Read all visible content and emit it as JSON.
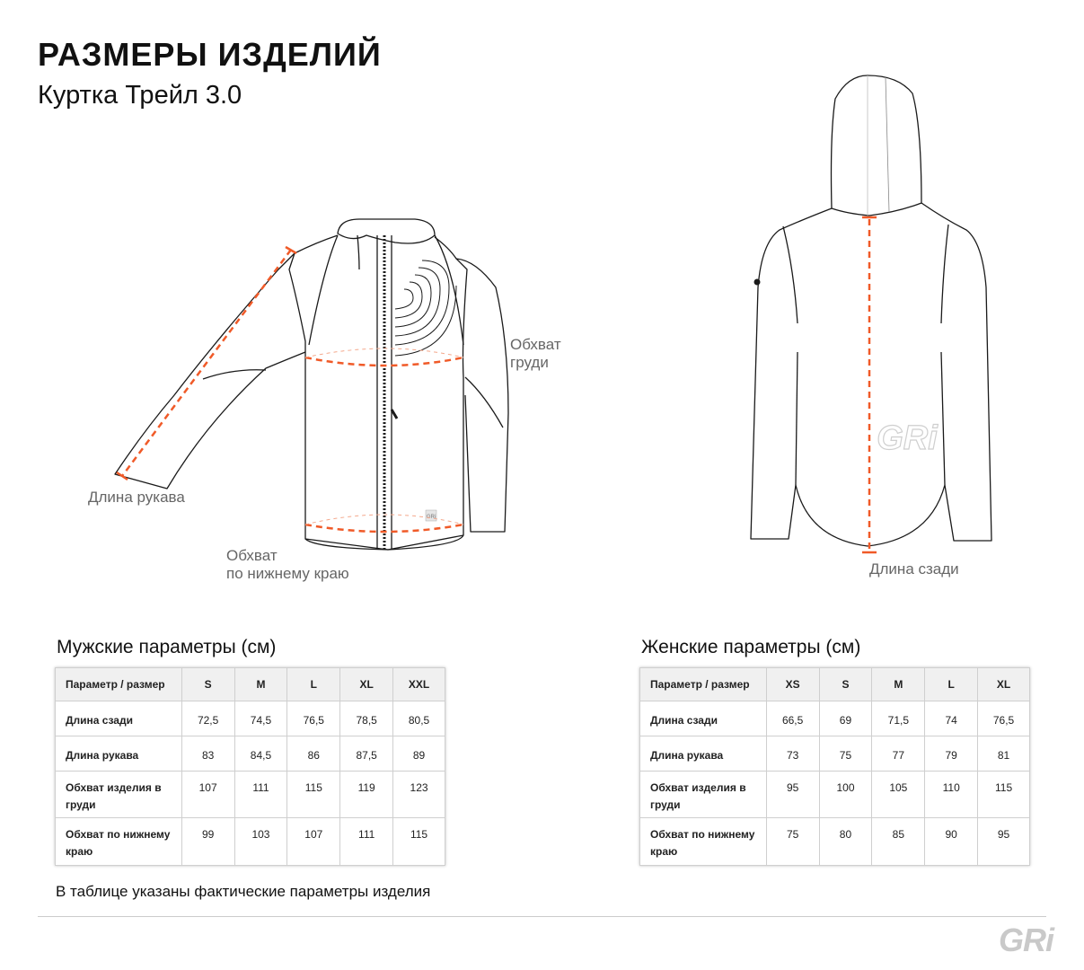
{
  "header": {
    "title": "РАЗМЕРЫ ИЗДЕЛИЙ",
    "subtitle": "Куртка Трейл 3.0"
  },
  "figure_labels": {
    "sleeve_length": "Длина рукава",
    "chest_line1": "Обхват",
    "chest_line2": "груди",
    "hem_line1": "Обхват",
    "hem_line2": "по нижнему краю",
    "back_length": "Длина сзади",
    "logo_small": "GRi",
    "logo_back": "GRi"
  },
  "colors": {
    "accent": "#f05a28",
    "outline": "#1a1a1a"
  },
  "men": {
    "title": "Мужские параметры (см)",
    "header": [
      "Параметр / размер",
      "S",
      "M",
      "L",
      "XL",
      "XXL"
    ],
    "rows": [
      [
        "Длина сзади",
        "72,5",
        "74,5",
        "76,5",
        "78,5",
        "80,5"
      ],
      [
        "Длина рукава",
        "83",
        "84,5",
        "86",
        "87,5",
        "89"
      ],
      [
        "Обхват изделия в груди",
        "107",
        "111",
        "115",
        "119",
        "123"
      ],
      [
        "Обхват по нижнему краю",
        "99",
        "103",
        "107",
        "111",
        "115"
      ]
    ]
  },
  "women": {
    "title": "Женские параметры (см)",
    "header": [
      "Параметр / размер",
      "XS",
      "S",
      "M",
      "L",
      "XL"
    ],
    "rows": [
      [
        "Длина сзади",
        "66,5",
        "69",
        "71,5",
        "74",
        "76,5"
      ],
      [
        "Длина рукава",
        "73",
        "75",
        "77",
        "79",
        "81"
      ],
      [
        "Обхват изделия в груди",
        "95",
        "100",
        "105",
        "110",
        "115"
      ],
      [
        "Обхват по нижнему краю",
        "75",
        "80",
        "85",
        "90",
        "95"
      ]
    ]
  },
  "footnote": "В таблице указаны фактические параметры изделия",
  "footer_logo": "GRi"
}
